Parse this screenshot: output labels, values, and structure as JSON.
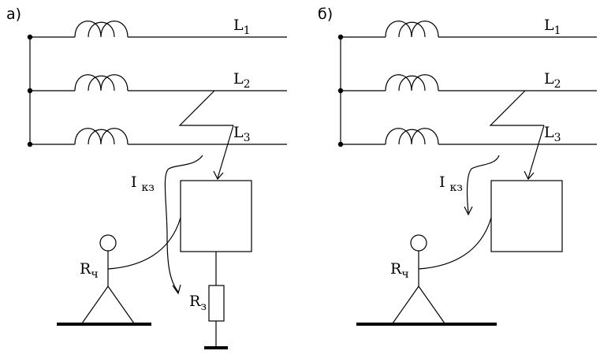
{
  "panels": [
    {
      "label": "а)",
      "lines": [
        {
          "main": "L",
          "sub": "1"
        },
        {
          "main": "L",
          "sub": "2"
        },
        {
          "main": "L",
          "sub": "3"
        }
      ],
      "current": {
        "main": "I",
        "sub": "кз"
      },
      "body_resistance": {
        "main": "R",
        "sub": "ч"
      },
      "ground_resistance": {
        "main": "R",
        "sub": "з"
      }
    },
    {
      "label": "б)",
      "lines": [
        {
          "main": "L",
          "sub": "1"
        },
        {
          "main": "L",
          "sub": "2"
        },
        {
          "main": "L",
          "sub": "3"
        }
      ],
      "current": {
        "main": "I",
        "sub": "кз"
      },
      "body_resistance": {
        "main": "R",
        "sub": "ч"
      }
    }
  ]
}
